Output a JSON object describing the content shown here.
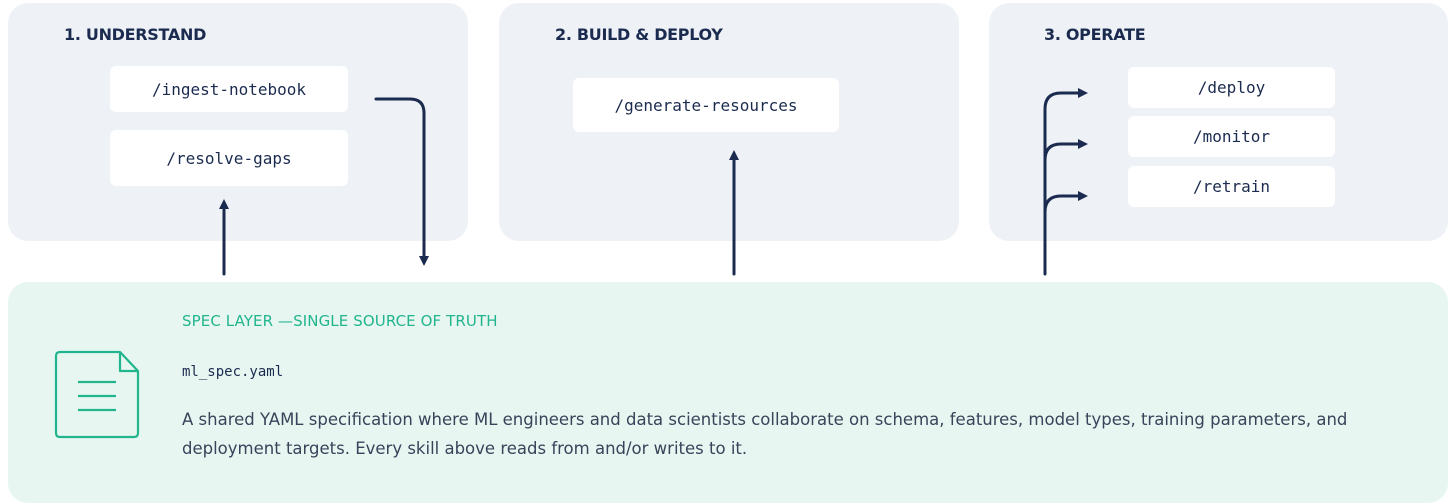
{
  "panels": [
    {
      "title": "1. UNDERSTAND",
      "commands": [
        "/ingest-notebook",
        "/resolve-gaps"
      ]
    },
    {
      "title": "2. BUILD & DEPLOY",
      "commands": [
        "/generate-resources"
      ]
    },
    {
      "title": "3. OPERATE",
      "commands": [
        "/deploy",
        "/monitor",
        "/retrain"
      ]
    }
  ],
  "spec": {
    "title": "SPEC LAYER —SINGLE SOURCE OF TRUTH",
    "file": "ml_spec.yaml",
    "description": "A shared YAML specification where ML engineers and data scientists collaborate on schema, features, model types, training parameters, and deployment targets. Every skill above reads from and/or writes to it."
  },
  "icons": {
    "document": "document-icon"
  },
  "colors": {
    "panel_bg": "#eef1f6",
    "spec_bg": "#e8f6f1",
    "accent_green": "#21b58e",
    "navy": "#1b2b4f"
  }
}
